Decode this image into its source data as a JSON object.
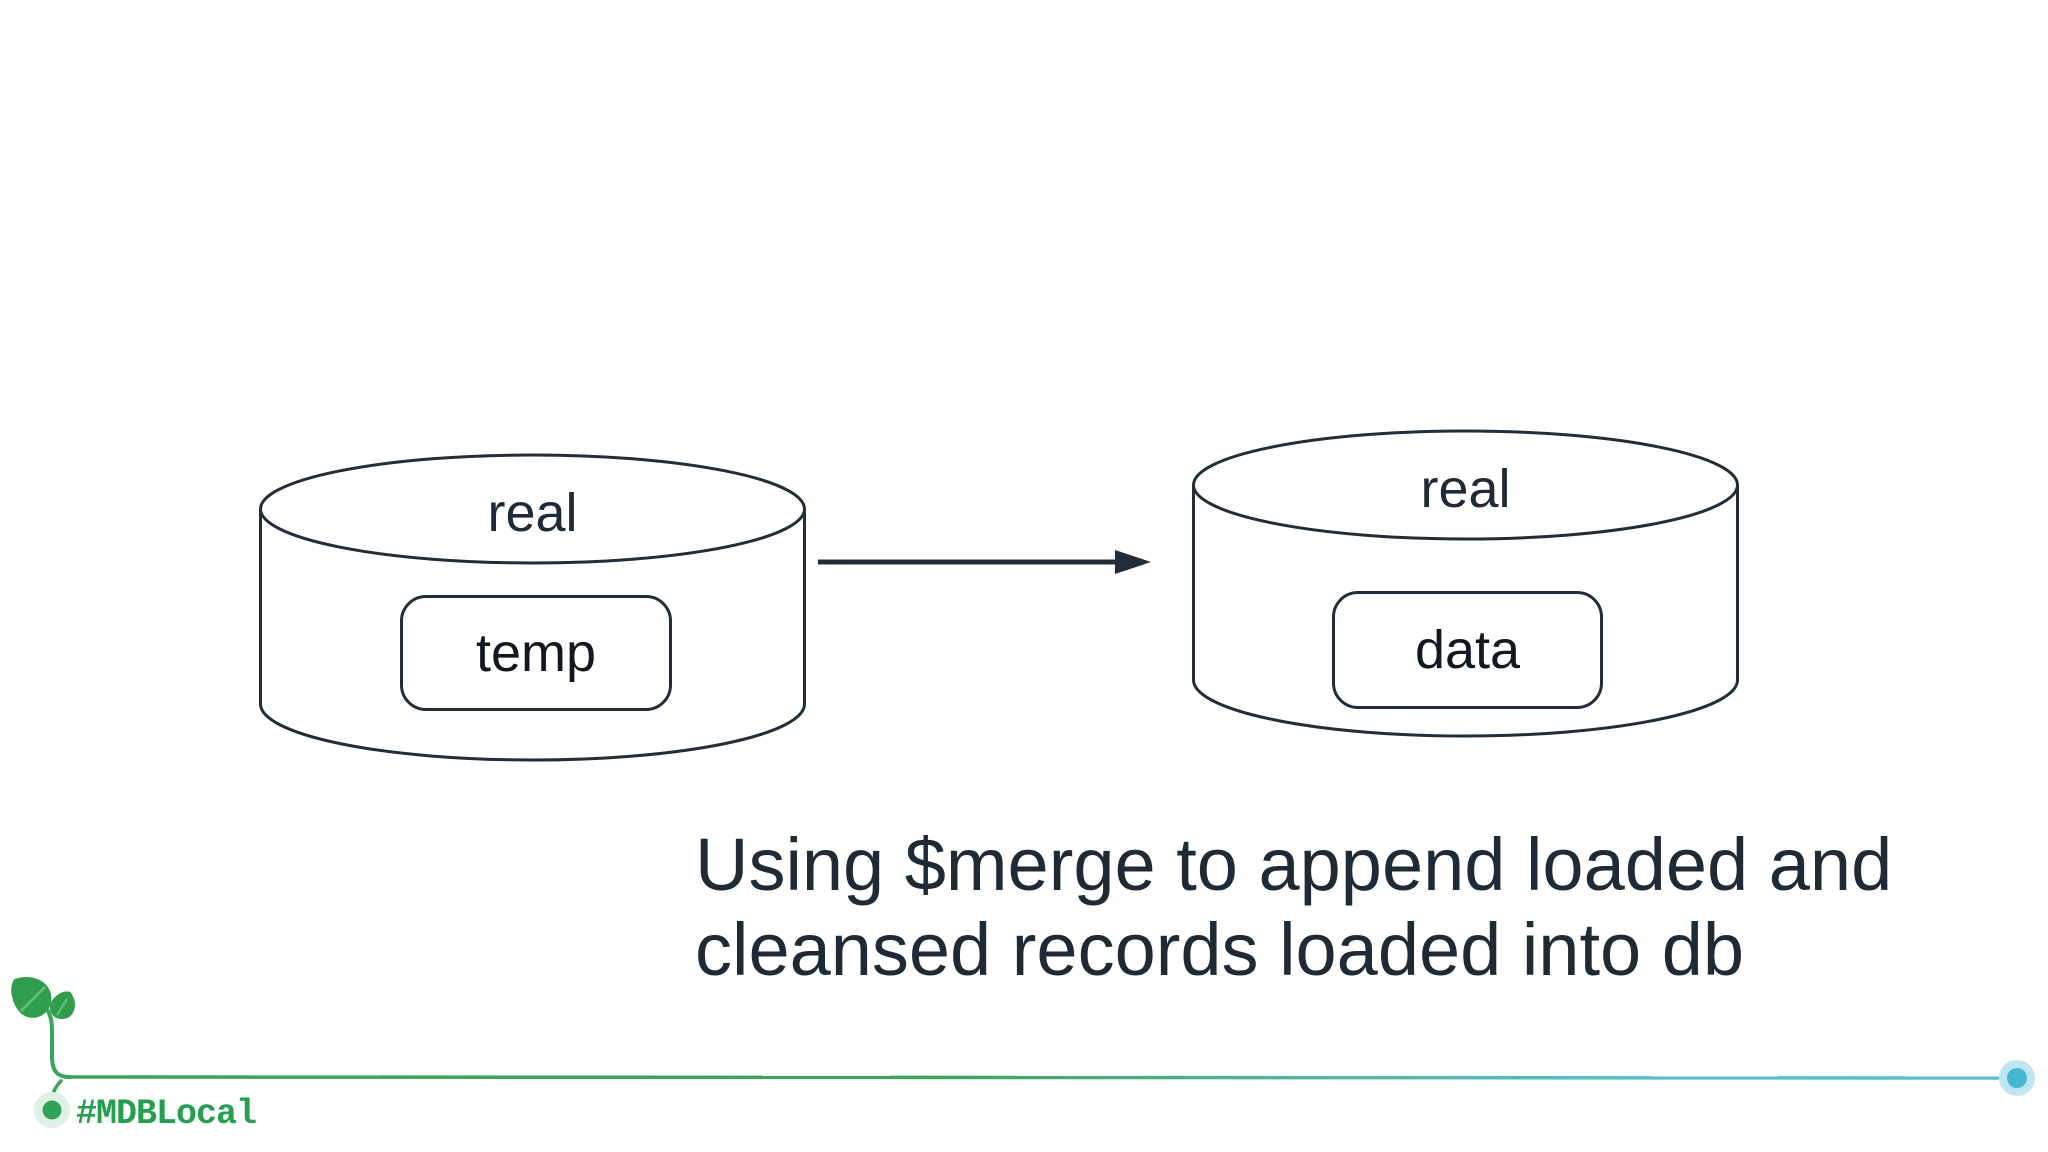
{
  "slide": {
    "type": "presentation-slide",
    "background": "#ffffff"
  },
  "diagram": {
    "left_cylinder": {
      "db_label": "real",
      "collection_label": "temp"
    },
    "right_cylinder": {
      "db_label": "real",
      "collection_label": "data"
    },
    "arrow": {
      "direction": "left-to-right"
    }
  },
  "caption": {
    "line1": "Using $merge to append loaded and",
    "line2": "cleansed records loaded into db"
  },
  "footer": {
    "hashtag": "#MDBLocal"
  },
  "colors": {
    "ink_navy": "#1e2a35",
    "stroke_navy": "#222d3a",
    "brand_green": "#21a14d",
    "stem_green": "#3aa559",
    "leaf_green": "#2e9e4c",
    "accent_teal": "#45b8d1",
    "teal_halo": "#bfe6f0",
    "green_halo": "#dff0e4"
  }
}
